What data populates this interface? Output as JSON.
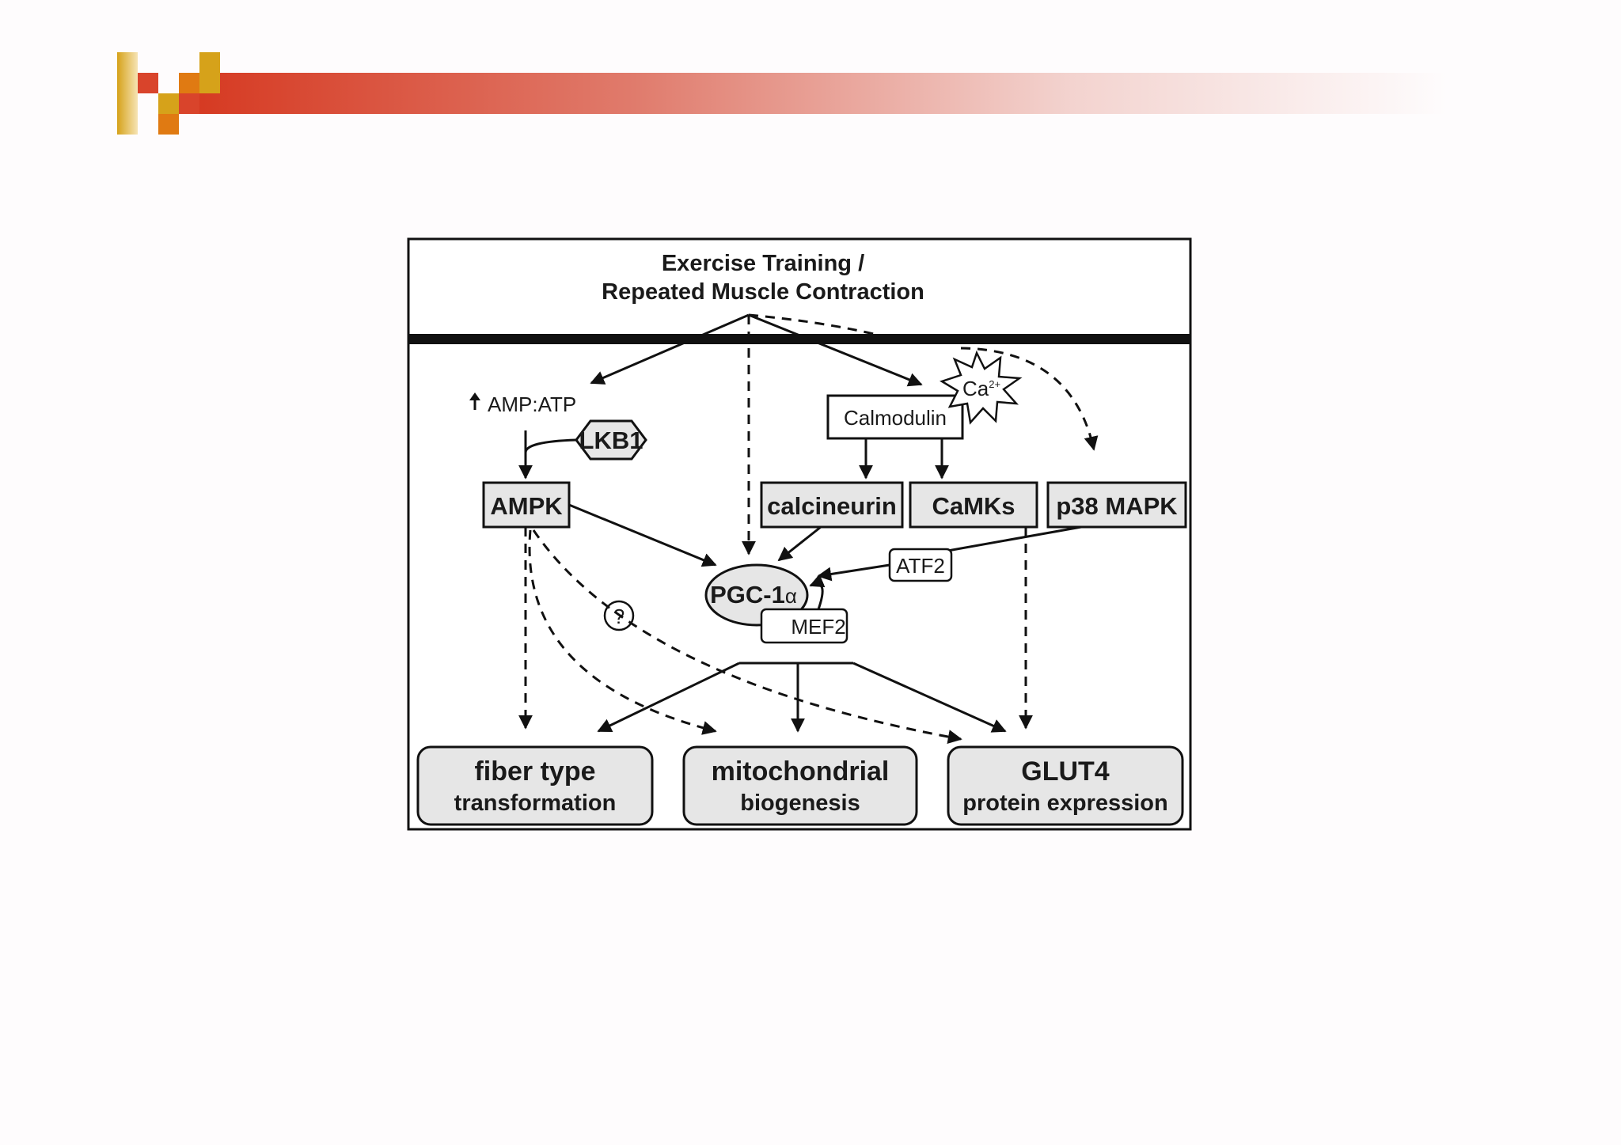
{
  "colors": {
    "accent_red": "#d9442b",
    "accent_gold": "#d6a21a",
    "accent_orange": "#e07a12",
    "node_fill": "#e6e6e6",
    "ink": "#111111"
  },
  "decor": {
    "slide_icon": "pixel-checkmark-icon"
  },
  "diagram": {
    "title_line1": "Exercise Training /",
    "title_line2": "Repeated Muscle Contraction",
    "amp_atp": "AMP:ATP",
    "lkb1": "LKB1",
    "calcium": "Ca",
    "calcium_charge": "2+",
    "calmodulin": "Calmodulin",
    "ampk": "AMPK",
    "calcineurin": "calcineurin",
    "camks": "CaMKs",
    "p38_mapk": "p38 MAPK",
    "atf2": "ATF2",
    "pgc1": "PGC-1",
    "pgc1_greek": "α",
    "mef2": "MEF2",
    "question_mark": "?",
    "outcomes": {
      "fiber_line1": "fiber type",
      "fiber_line2": "transformation",
      "mito_line1": "mitochondrial",
      "mito_line2": "biogenesis",
      "glut4_line1": "GLUT4",
      "glut4_line2": "protein expression"
    }
  }
}
